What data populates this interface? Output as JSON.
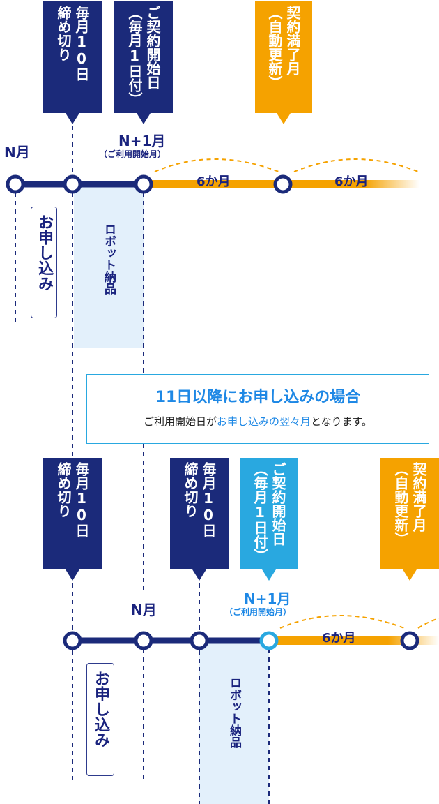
{
  "top": {
    "caps": {
      "shimekiri": [
        "毎月10日",
        "締め切り"
      ],
      "keiyaku_start": [
        "ご契約開始日",
        "（毎月1日付）"
      ],
      "manryo": [
        "契約満了月",
        "（自動更新）"
      ]
    },
    "months": {
      "n": "N月",
      "n1": "N+1月",
      "n1_sub": "（ご利用開始月）"
    },
    "durations": [
      "6か月",
      "6か月"
    ],
    "moushikomi": "お申し込み",
    "robot": "ロボット納品"
  },
  "notice": {
    "title": "11日以降にお申し込みの場合",
    "desc_pre": "ご利用開始日が",
    "desc_hl": "お申し込みの翌々月",
    "desc_post": "となります。"
  },
  "bottom": {
    "caps": {
      "shimekiri1": [
        "毎月10日",
        "締め切り"
      ],
      "shimekiri2": [
        "毎月10日",
        "締め切り"
      ],
      "keiyaku_start": [
        "ご契約開始日",
        "（毎月1日付）"
      ],
      "manryo": [
        "契約満了月",
        "（自動更新）"
      ]
    },
    "months": {
      "n": "N月",
      "n1": "N+1月",
      "n1_sub": "（ご利用開始月）"
    },
    "duration": "6か月",
    "moushikomi": "お申し込み",
    "robot": "ロボット納品"
  },
  "colors": {
    "navy": "#1b2a7a",
    "sky": "#29a8e0",
    "orange": "#f5a200",
    "light_blue": "#e3f0fb"
  }
}
